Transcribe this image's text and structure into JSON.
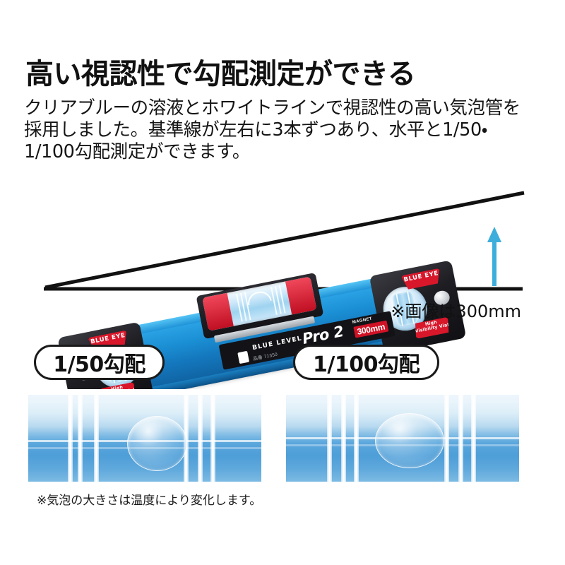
{
  "page": {
    "background_color": "#ffffff",
    "accent_blue": "#3BAEDC",
    "brand_red": "#D8172B",
    "text_color": "#111111"
  },
  "heading": {
    "text": "高い視認性で勾配測定ができる"
  },
  "body": {
    "line1": "クリアブルーの溶液とホワイトラインで視認性の高い気泡管を",
    "line2": "採用しました。基準線が左右に3本ずつあり、水平と1/50・",
    "line3": "1/100勾配測定ができます。"
  },
  "hero": {
    "caption_note": "※画像は300mm",
    "slope_arrow_icon": "up-arrow-icon",
    "slope_arrow_color": "#3BAEDC"
  },
  "product": {
    "brand_small": "BLUE LEVEL",
    "brand_name": "Pro 2",
    "magnet_label": "MAGNET",
    "size_label": "300mm",
    "model_code": "品番 71350",
    "tags": {
      "blue_eye": "BLUE EYE",
      "high_visibility": "High Visibility Vial"
    }
  },
  "sections": [
    {
      "pill_label": "1/50勾配"
    },
    {
      "pill_label": "1/100勾配"
    }
  ],
  "footnote": {
    "text": "※気泡の大きさは温度により変化します。"
  }
}
